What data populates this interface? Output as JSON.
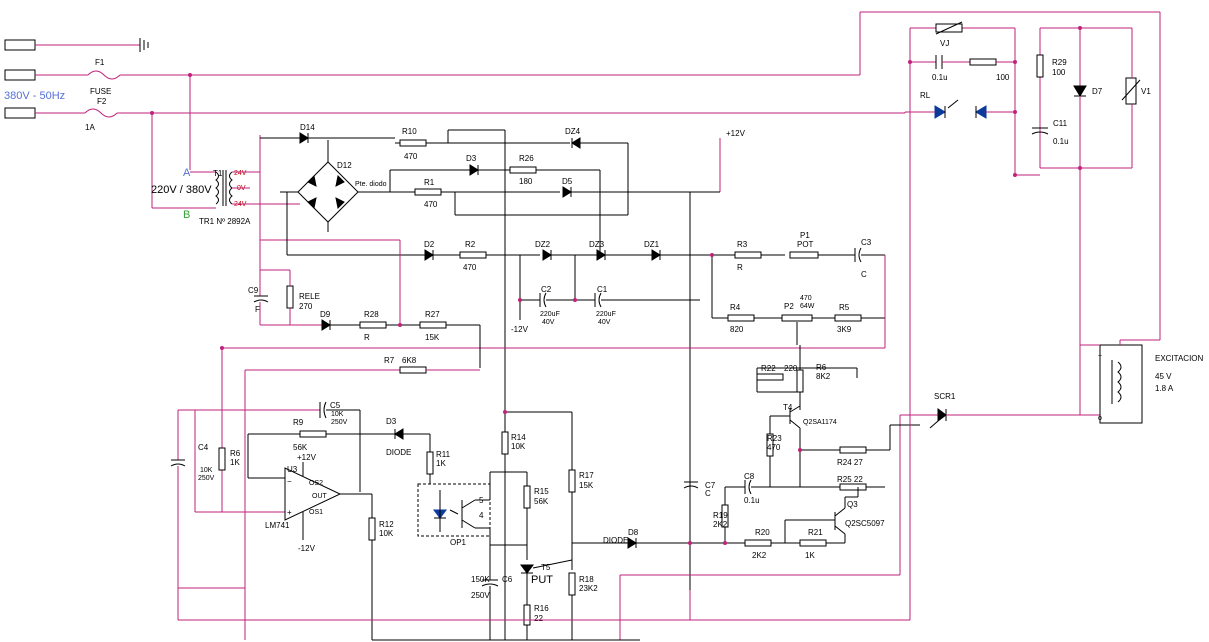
{
  "labels": {
    "supply": "380V - 50Hz",
    "f1": "F1",
    "fuse": "FUSE",
    "f2": "F2",
    "f2_val": "1A",
    "node_a": "A",
    "node_b": "B",
    "t1": "T1",
    "tr1": "TR1 Nº 2892A",
    "prim": "220V  / 380V",
    "tap24a": "24V",
    "tap0": "0V",
    "tap24b": "24V",
    "d14": "D14",
    "d12": "D12",
    "bridge": "Pte. diodo",
    "r10": "R10",
    "r10v": "470",
    "dz4": "DZ4",
    "p12": "+12V",
    "d3": "D3",
    "r26": "R26",
    "r26v": "180",
    "r1": "R1",
    "r1v": "470",
    "d5": "D5",
    "d2": "D2",
    "r2": "R2",
    "r2v": "470",
    "dz2": "DZ2",
    "dz3": "DZ3",
    "dz1": "DZ1",
    "r3": "R3",
    "r3v": "R",
    "p1": "P1",
    "p1v": "POT",
    "c3": "C3",
    "c3v": "C",
    "c2": "C2",
    "c2v": "220uF",
    "c2v2": "40V",
    "c1": "C1",
    "c1v": "220uF",
    "c1v2": "40V",
    "m12": "-12V",
    "c9": "C9",
    "c9v": "F",
    "rele": "RELE",
    "relev": "270",
    "d9": "D9",
    "r28": "R28",
    "r28v": "R",
    "r27": "R27",
    "r27v": "15K",
    "r4": "R4",
    "r4v": "820",
    "p2": "P2",
    "p2v": "470",
    "p2v2": "64W",
    "r5": "R5",
    "r5v": "3K9",
    "r7": "R7",
    "r7v": "6K8",
    "r22": "R22",
    "r22v": "220",
    "r6a": "R6",
    "r6av": "8K2",
    "c5": "C5",
    "c5v": "10K",
    "c5v2": "250V",
    "r9": "R9",
    "r9v": "56K",
    "d3b": "D3",
    "diode": "DIODE",
    "c4": "C4",
    "c4v": "10K",
    "c4v2": "250V",
    "r6": "R6",
    "r6v": "1K",
    "p12b": "+12V",
    "u3": "U3",
    "lm741": "LM741",
    "os2": "OS2",
    "out": "OUT",
    "os1": "OS1",
    "m12b": "-12V",
    "r11": "R11",
    "r11v": "1K",
    "r12": "R12",
    "r12v": "10K",
    "op1": "OP1",
    "r14": "R14",
    "r14v": "10K",
    "r15": "R15",
    "r15v": "56K",
    "r17": "R17",
    "r17v": "15K",
    "t5": "T5",
    "put": "PUT",
    "c6": "C6",
    "c6v": "150K",
    "c6v2": "250V",
    "r18": "R18",
    "r18v": "23K2",
    "r16": "R16",
    "r16v": "22",
    "d8": "D8",
    "diode2": "DIODE",
    "c7": "C7",
    "c7v": "C",
    "t4": "T4",
    "t4v": "Q2SA1174",
    "r23": "R23",
    "r23v": "470",
    "c8": "C8",
    "c8v": "0.1u",
    "r24": "R24 27",
    "r25": "R25 22",
    "r19": "R19",
    "r19v": "2K2",
    "r20": "R20",
    "r20v": "2K2",
    "r21": "R21",
    "r21v": "1K",
    "q3": "Q3",
    "q3v": "Q2SC5097",
    "scr1": "SCR1",
    "vj": "VJ",
    "c_top": "0.1u",
    "r_top": "100",
    "rl": "RL",
    "r29": "R29",
    "r29v": "100",
    "d7": "D7",
    "v1": "V1",
    "c11": "C11",
    "c11v": "0.1u",
    "excit": "EXCITACION",
    "excit_v": "45 V",
    "excit_a": "1.8 A"
  },
  "colors": {
    "wire": "#000000",
    "bus": "#c0217a",
    "label_red": "#c00000",
    "label_blue": "#5570d8",
    "label_green": "#39a039",
    "led": "#0b3a9c"
  }
}
